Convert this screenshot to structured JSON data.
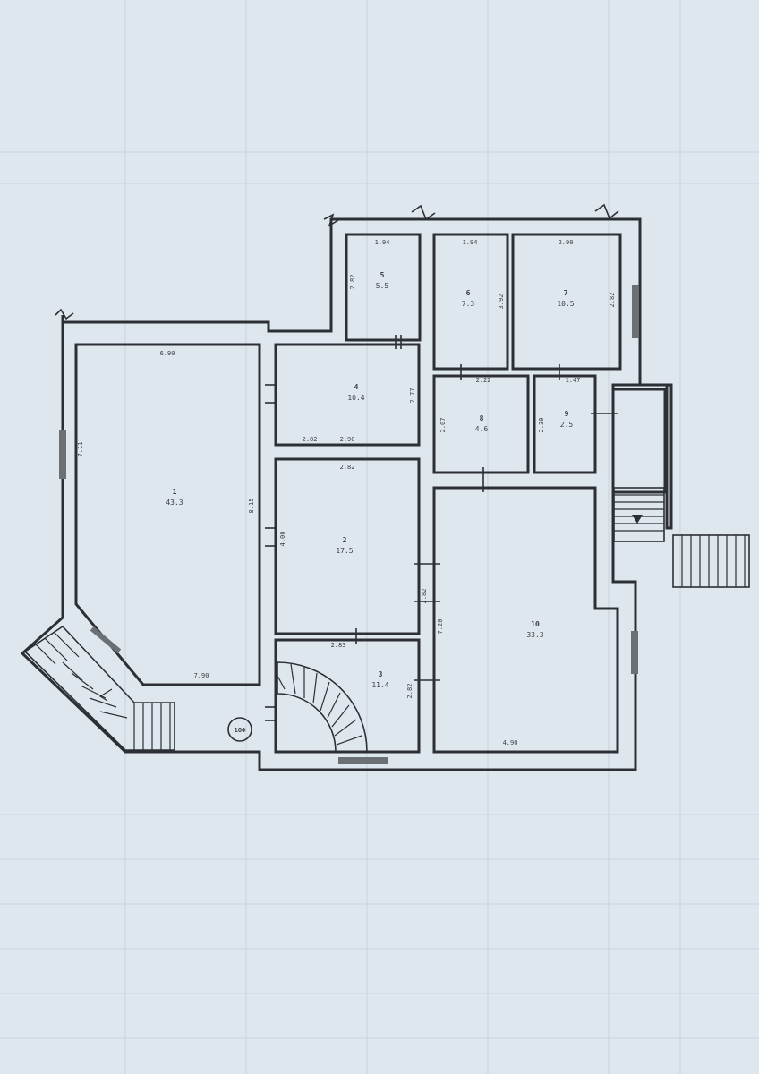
{
  "sheet": {
    "background": "#dfe7ee",
    "line_color": "#2c3034"
  },
  "rooms": [
    {
      "id": "r1",
      "number": "1",
      "area": "43.3"
    },
    {
      "id": "r2",
      "number": "2",
      "area": "17.5"
    },
    {
      "id": "r3",
      "number": "3",
      "area": "11.4"
    },
    {
      "id": "r4",
      "number": "4",
      "area": "10.4"
    },
    {
      "id": "r5",
      "number": "5",
      "area": "5.5"
    },
    {
      "id": "r6",
      "number": "6",
      "area": "7.3"
    },
    {
      "id": "r7",
      "number": "7",
      "area": "10.5"
    },
    {
      "id": "r8",
      "number": "8",
      "area": "4.6"
    },
    {
      "id": "r9",
      "number": "9",
      "area": "2.5"
    },
    {
      "id": "r10",
      "number": "10",
      "area": "33.3"
    }
  ],
  "dimensions": {
    "d1": "6.90",
    "d2": "7.11",
    "d3": "8.15",
    "d4": "7.90",
    "d5": "1.94",
    "d6": "2.82",
    "d7": "1.94",
    "d8": "3.92",
    "d9": "2.90",
    "d10": "2.82",
    "d11": "2.77",
    "d12": "2.90",
    "d13": "2.22",
    "d14": "2.07",
    "d15": "1.47",
    "d16": "2.30",
    "d17": "2.82",
    "d18": "4.00",
    "d19": "2.83",
    "d20": "2.82",
    "d21": "7.20",
    "d22": "4.90",
    "d23": "2.82",
    "d24": "2.82"
  },
  "level_mark": "1ОФ"
}
